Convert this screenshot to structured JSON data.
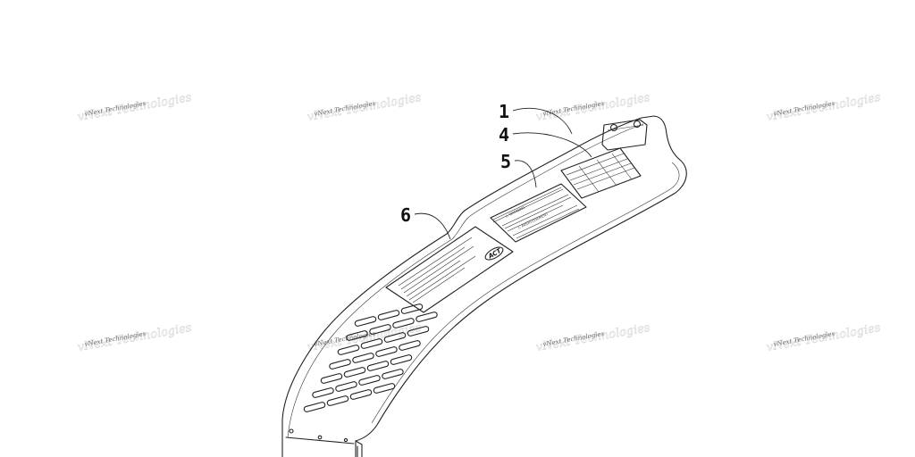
{
  "watermark": {
    "text": "vNext Technologies"
  },
  "callouts": {
    "c1": "1",
    "c4": "4",
    "c5": "5",
    "c6": "6"
  },
  "decals": {
    "warning_heading_1": "⚠ WARNING",
    "warning_heading_2": "⚠ AVERTISSEMENT",
    "logo": "ACT"
  },
  "colors": {
    "line": "#222222",
    "watermark": "#6e6e6e",
    "background": "#ffffff"
  }
}
